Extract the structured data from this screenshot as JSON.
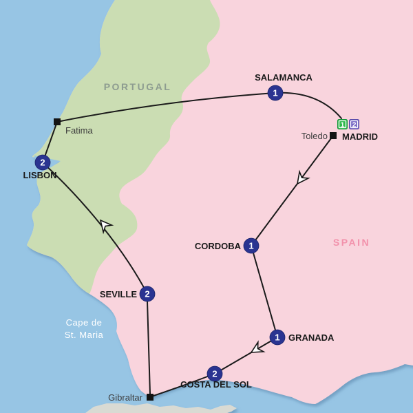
{
  "countries": {
    "portugal": {
      "name": "PORTUGAL"
    },
    "spain": {
      "name": "SPAIN"
    }
  },
  "sea": {
    "cape_label_line1": "Cape de",
    "cape_label_line2": "St. Maria"
  },
  "overnight_stops": {
    "salamanca": {
      "name": "SALAMANCA",
      "nights": "1"
    },
    "lisbon": {
      "name": "LISBON",
      "nights": "2"
    },
    "seville": {
      "name": "SEVILLE",
      "nights": "2"
    },
    "cordoba": {
      "name": "CORDOBA",
      "nights": "1"
    },
    "granada": {
      "name": "GRANADA",
      "nights": "1"
    },
    "costa_del_sol": {
      "name": "COSTA DEL SOL",
      "nights": "2"
    }
  },
  "madrid": {
    "name": "MADRID",
    "badge_1": "1",
    "badge_2": "2"
  },
  "visited_stops": {
    "fatima": {
      "name": "Fatima"
    },
    "toledo": {
      "name": "Toledo"
    },
    "gibraltar": {
      "name": "Gibraltar"
    }
  },
  "route_sequence": [
    "Madrid",
    "Toledo",
    "Cordoba",
    "Granada",
    "Costa del Sol",
    "Gibraltar",
    "Seville",
    "Lisbon",
    "Fatima",
    "Salamanca",
    "Madrid"
  ],
  "colors": {
    "sea": "#97c5e4",
    "portugal": "#cbddb3",
    "spain": "#f9d4dd",
    "africa": "#d9dad3",
    "route": "#1a1a1a",
    "night_stop": "#2a3491",
    "badge_green": "#2eb84b",
    "badge_purple": "#7668c4",
    "portugal_label": "#8d9c90",
    "spain_label": "#f291ab",
    "cape_label": "#ffffff"
  }
}
